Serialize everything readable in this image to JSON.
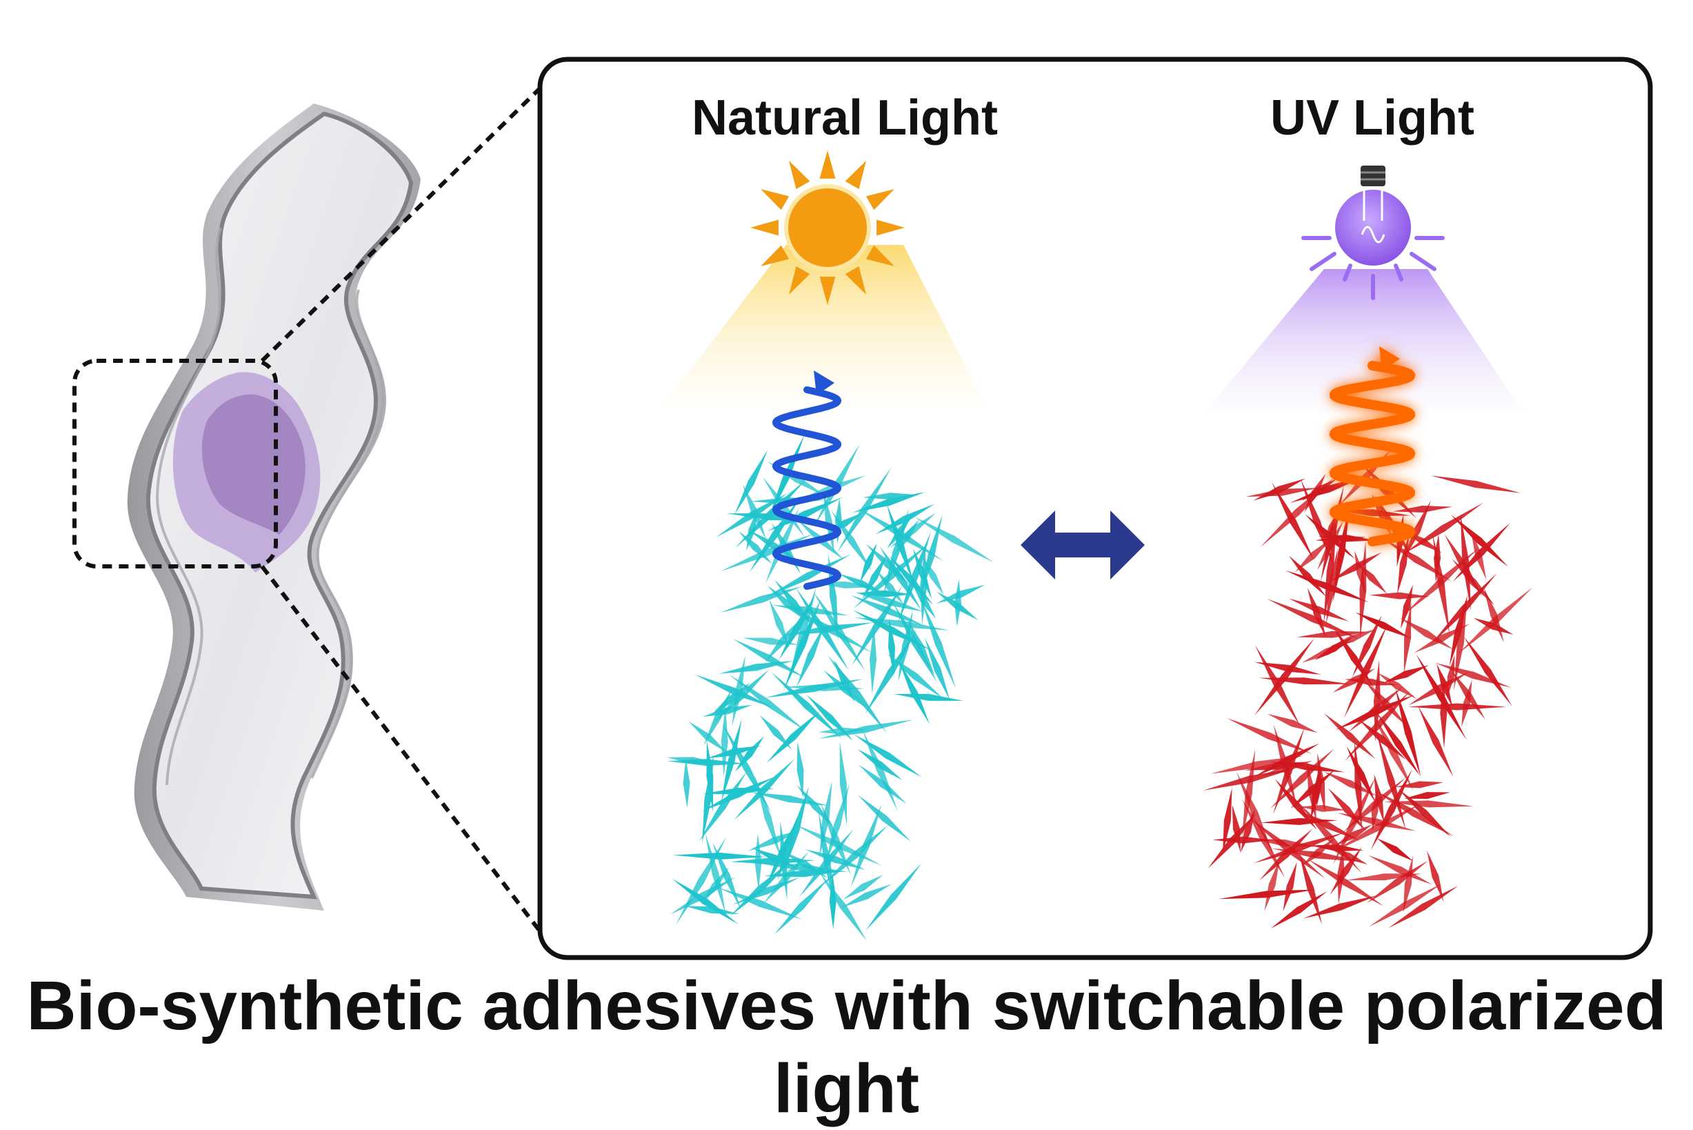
{
  "panel": {
    "left_title": "Natural Light",
    "right_title": "UV Light"
  },
  "caption": "Bio-synthetic adhesives with switchable polarized light",
  "icons": [
    "sun-icon",
    "uv-bulb-icon",
    "double-arrow-icon"
  ],
  "colors": {
    "sun": "#f39c12",
    "sun_glow": "#fde7a3",
    "uv_bulb": "#9b6cf0",
    "uv_glow": "#d9c4fa",
    "natural_fiber": "#1fc4cc",
    "uv_fiber": "#d0181f",
    "natural_helix": "#2255d6",
    "uv_helix": "#ff6a00",
    "double_arrow": "#2b3a8f",
    "film_tint": "#b79ad6"
  }
}
